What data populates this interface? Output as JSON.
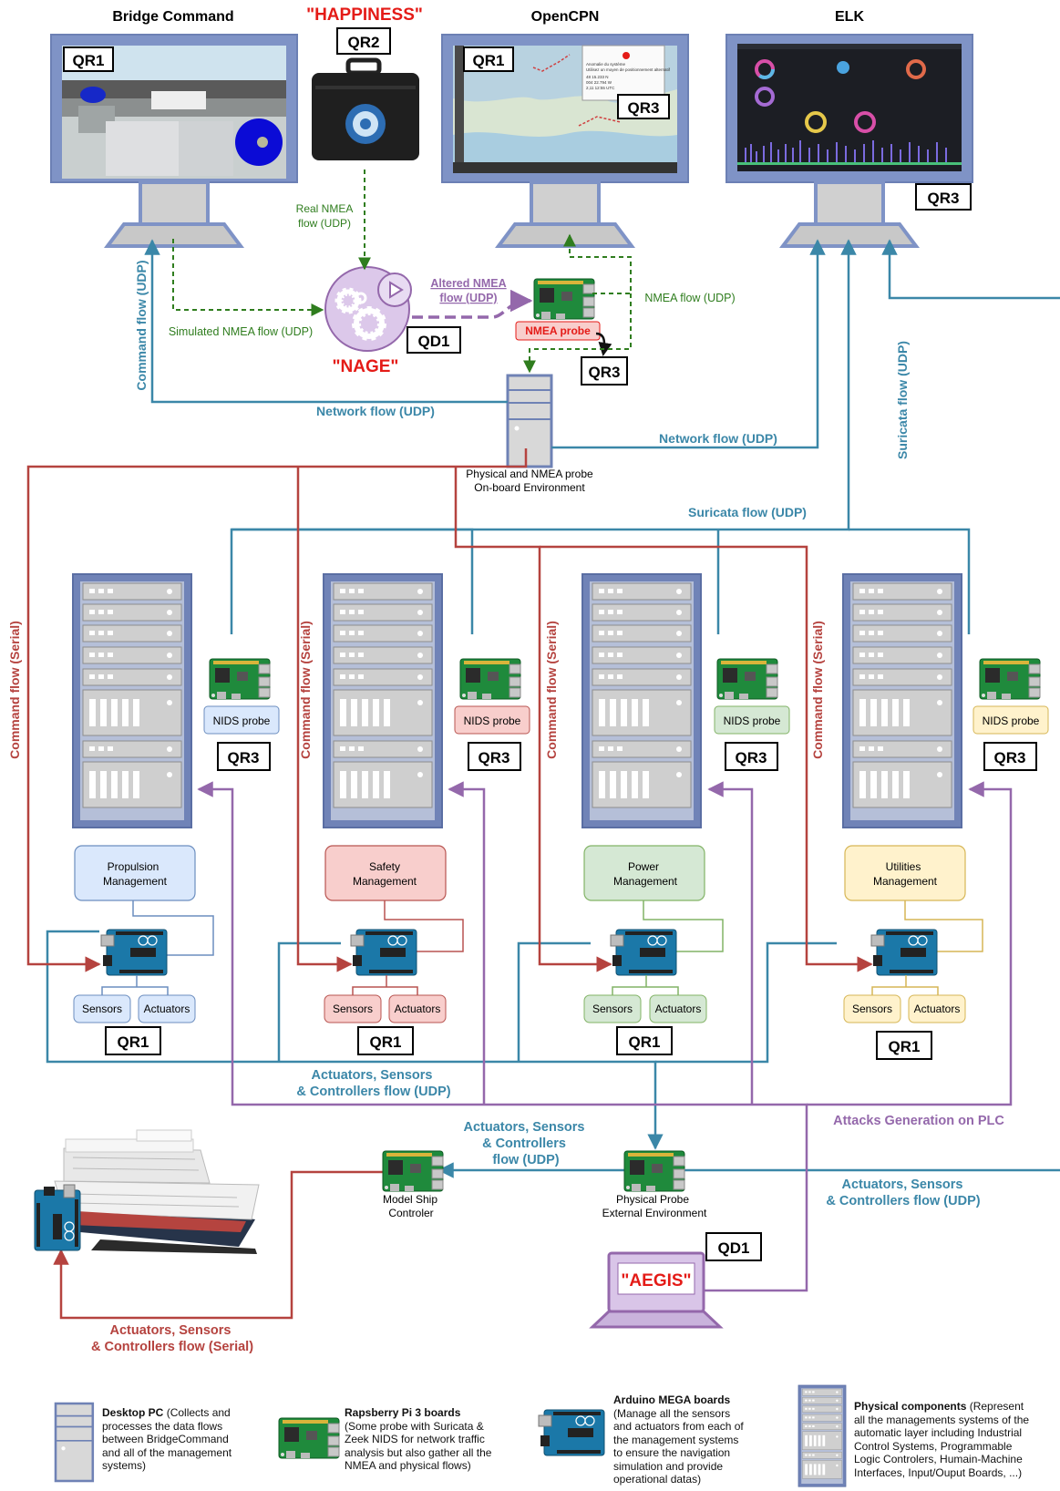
{
  "top": {
    "bridge_command": "Bridge Command",
    "happiness": "\"HAPPINESS\"",
    "opencpn": "OpenCPN",
    "elk": "ELK"
  },
  "tags": {
    "qr1": "QR1",
    "qr2": "QR2",
    "qr3": "QR3",
    "qd1": "QD1"
  },
  "nage": "\"NAGE\"",
  "aegis": "\"AEGIS\"",
  "flows": {
    "real_nmea_1": "Real NMEA",
    "real_nmea_2": "flow (UDP)",
    "simulated_nmea": "Simulated NMEA flow (UDP)",
    "altered_nmea_1": "Altered NMEA",
    "altered_nmea_2": "flow (UDP)",
    "nmea_flow": "NMEA flow (UDP)",
    "command_udp": "Command flow (UDP)",
    "network_left": "Network flow (UDP)",
    "network_right": "Network flow (UDP)",
    "suricata_vertical": "Suricata flow (UDP)",
    "suricata_horizontal": "Suricata flow (UDP)",
    "command_serial": "Command flow (Serial)",
    "asc_center_1": "Actuators, Sensors",
    "asc_center_2": "& Controllers flow (UDP)",
    "attacks": "Attacks Generation on PLC",
    "asc_mid_1": "Actuators, Sensors",
    "asc_mid_2": "& Controllers",
    "asc_mid_3": "flow (UDP)",
    "asc_right_1": "Actuators, Sensors",
    "asc_right_2": "& Controllers flow (UDP)",
    "asc_serial_1": "Actuators, Sensors",
    "asc_serial_2": "& Controllers flow (Serial)"
  },
  "nmea_probe": "NMEA probe",
  "physical_nmea_probe_1": "Physical and NMEA probe",
  "physical_nmea_probe_2": "On-board Environment",
  "nids_probe": "NIDS probe",
  "sensors": "Sensors",
  "actuators": "Actuators",
  "management": [
    {
      "line1": "Propulsion",
      "line2": "Management"
    },
    {
      "line1": "Safety",
      "line2": "Management"
    },
    {
      "line1": "Power",
      "line2": "Management"
    },
    {
      "line1": "Utilities",
      "line2": "Management"
    }
  ],
  "model_ship_1": "Model Ship",
  "model_ship_2": "Controler",
  "physical_probe_ext_1": "Physical Probe",
  "physical_probe_ext_2": "External Environment",
  "opencpn_popup": [
    "Anomalie du système",
    "Utilisez un moyen de positionnement alternatif",
    "48 15.233 N",
    "004 22.794 W",
    "2,11 12:55 UTC"
  ],
  "colors": {
    "blue": "#3b87a8",
    "red": "#b5433f",
    "green": "#2f7d1e",
    "purple": "#9468ab",
    "alert_red": "#e41b17",
    "propulsion_fill": "#dae8fc",
    "propulsion_stroke": "#6c8ebf",
    "safety_fill": "#f8cecc",
    "safety_stroke": "#b85450",
    "power_fill": "#d5e8d4",
    "power_stroke": "#82b366",
    "utilities_fill": "#fff2cc",
    "utilities_stroke": "#d6b656"
  },
  "legend": {
    "desktop_title": "Desktop PC",
    "desktop_text": [
      " (Collects and",
      "processes the data flows",
      "between BridgeCommand",
      "and all of the management",
      "systems)"
    ],
    "rpi_title": "Rapsberry Pi 3 boards",
    "rpi_text": [
      "(Some probe with Suricata &",
      "Zeek NIDS  for network traffic",
      "analysis but also gather all the",
      "NMEA and physical flows)"
    ],
    "arduino_title": "Arduino MEGA boards",
    "arduino_text": [
      "(Manage all the sensors",
      "and actuators from each of",
      "the management systems",
      "to ensure the navigation",
      "simulation and provide",
      "operational datas)"
    ],
    "physical_title": "Physical components",
    "physical_text": [
      " (Represent",
      "all the managements systems of the",
      "automatic layer including Industrial",
      "Control Systems, Programmable",
      "Logic Controlers, Humain-Machine",
      "Interfaces, Input/Ouput Boards, ...)"
    ]
  }
}
